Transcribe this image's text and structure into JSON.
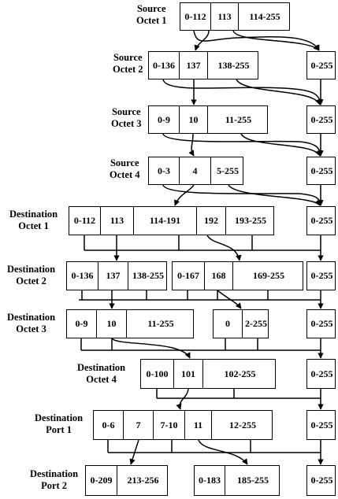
{
  "rows": [
    {
      "id": "src1",
      "label": [
        "Source",
        "Octet 1"
      ],
      "groups": [
        [
          "0-112",
          "113",
          "114-255"
        ]
      ]
    },
    {
      "id": "src2",
      "label": [
        "Source",
        "Octet 2"
      ],
      "groups": [
        [
          "0-136",
          "137",
          "138-255"
        ],
        [
          "0-255"
        ]
      ]
    },
    {
      "id": "src3",
      "label": [
        "Source",
        "Octet 3"
      ],
      "groups": [
        [
          "0-9",
          "10",
          "11-255"
        ],
        [
          "0-255"
        ]
      ]
    },
    {
      "id": "src4",
      "label": [
        "Source",
        "Octet 4"
      ],
      "groups": [
        [
          "0-3",
          "4",
          "5-255"
        ],
        [
          "0-255"
        ]
      ]
    },
    {
      "id": "dst1",
      "label": [
        "Destination",
        "Octet 1"
      ],
      "groups": [
        [
          "0-112",
          "113",
          "114-191",
          "192",
          "193-255"
        ],
        [
          "0-255"
        ]
      ]
    },
    {
      "id": "dst2",
      "label": [
        "Destination",
        "Octet 2"
      ],
      "groups": [
        [
          "0-136",
          "137",
          "138-255"
        ],
        [
          "0-167",
          "168",
          "169-255"
        ],
        [
          "0-255"
        ]
      ]
    },
    {
      "id": "dst3",
      "label": [
        "Destination",
        "Octet 3"
      ],
      "groups": [
        [
          "0-9",
          "10",
          "11-255"
        ],
        [
          "0",
          "2-255"
        ],
        [
          "0-255"
        ]
      ]
    },
    {
      "id": "dst4",
      "label": [
        "Destination",
        "Octet 4"
      ],
      "groups": [
        [
          "0-100",
          "101",
          "102-255"
        ],
        [
          "0-255"
        ]
      ]
    },
    {
      "id": "port1",
      "label": [
        "Destination",
        "Port 1"
      ],
      "groups": [
        [
          "0-6",
          "7",
          "7-10",
          "11",
          "12-255"
        ],
        [
          "0-255"
        ]
      ]
    },
    {
      "id": "port2",
      "label": [
        "Destination",
        "Port 2"
      ],
      "groups": [
        [
          "0-209",
          "213-256"
        ],
        [
          "0-183",
          "185-255"
        ],
        [
          "0-255"
        ]
      ]
    }
  ]
}
